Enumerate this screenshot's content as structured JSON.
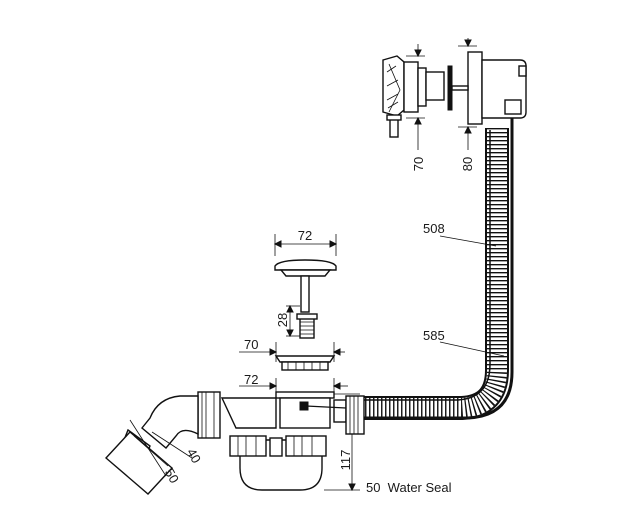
{
  "dimensions": {
    "overflow_depth_70": "70",
    "overflow_depth_80": "80",
    "overflow_hose": "508",
    "drain_hose": "585",
    "plug_diameter": "72",
    "plug_stem": "28",
    "strainer_diameter": "70",
    "waste_diameter": "72",
    "outlet_40": "40",
    "outlet_50": "50",
    "trap_height": "117"
  },
  "labels": {
    "water_seal": "50  Water Seal"
  },
  "colors": {
    "line": "#111111",
    "background": "#ffffff"
  }
}
